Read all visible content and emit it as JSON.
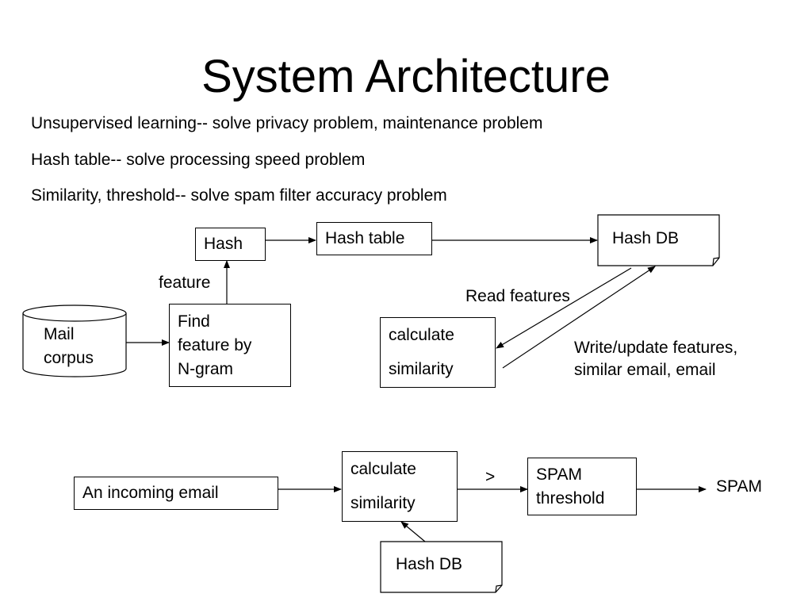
{
  "slide": {
    "title": "System Architecture",
    "bullets": [
      "Unsupervised learning-- solve privacy problem, maintenance problem",
      "Hash table-- solve processing speed problem",
      "Similarity, threshold-- solve spam filter accuracy problem"
    ]
  },
  "top_flow": {
    "mail_corpus": [
      "Mail",
      "corpus"
    ],
    "find_feature": [
      "Find",
      "feature by",
      "N-gram"
    ],
    "feature_label": "feature",
    "hash": "Hash",
    "hash_table": "Hash table",
    "hash_db": "Hash DB",
    "calc_similarity": [
      "calculate",
      "similarity"
    ],
    "read_features_label": "Read features",
    "write_update_label": [
      "Write/update features,",
      "similar email, email"
    ]
  },
  "bottom_flow": {
    "incoming_email": "An incoming email",
    "calc_similarity": [
      "calculate",
      "similarity"
    ],
    "hash_db": "Hash DB",
    "greater_than": ">",
    "spam_threshold": [
      "SPAM",
      "threshold"
    ],
    "spam_output": "SPAM"
  }
}
